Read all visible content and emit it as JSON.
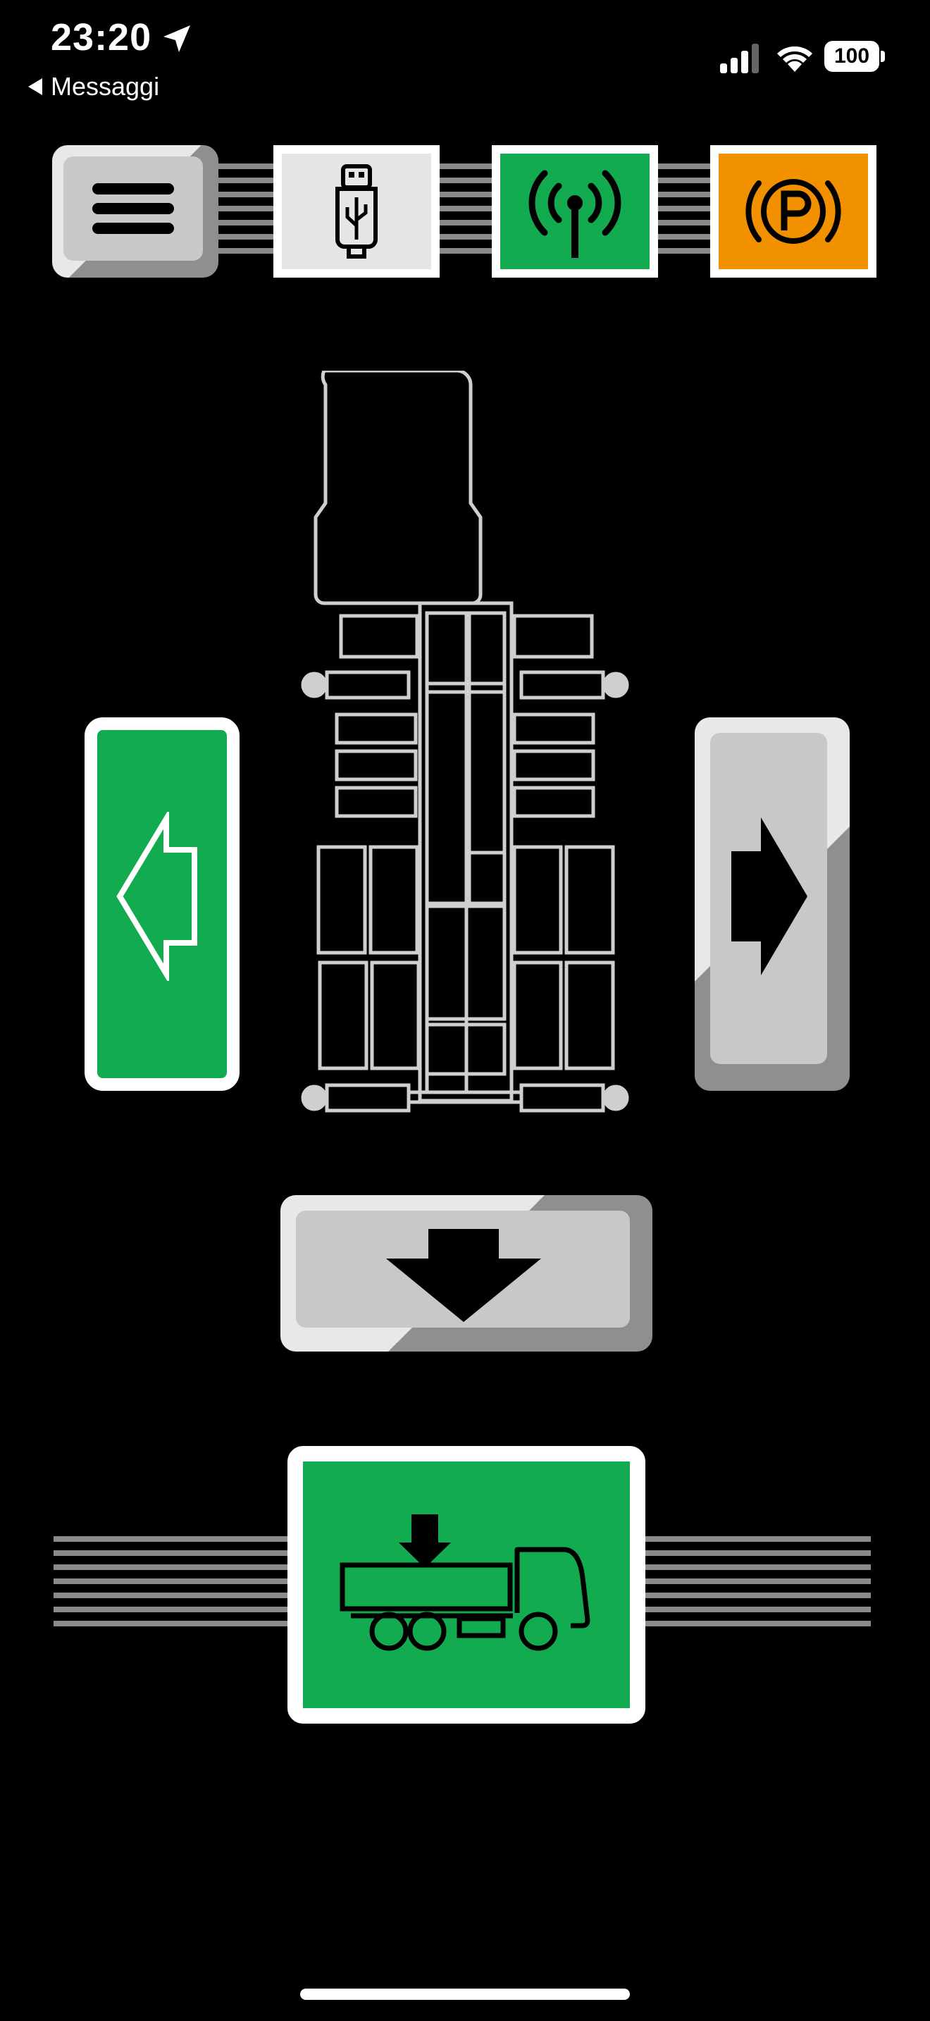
{
  "status_bar": {
    "time": "23:20",
    "back_label": "Messaggi",
    "battery": "100",
    "icons": [
      "location-arrow-icon",
      "cellular-signal-icon",
      "wifi-icon",
      "battery-icon"
    ]
  },
  "toolbar": {
    "buttons": [
      {
        "name": "menu-button",
        "icon": "hamburger-icon",
        "state": "default"
      },
      {
        "name": "usb-button",
        "icon": "usb-icon",
        "state": "default"
      },
      {
        "name": "signal-button",
        "icon": "antenna-icon",
        "state": "active"
      },
      {
        "name": "parking-brake-button",
        "icon": "parking-brake-icon",
        "state": "warning"
      }
    ]
  },
  "controls": {
    "left_button": {
      "icon": "arrow-left-icon",
      "state": "active"
    },
    "right_button": {
      "icon": "arrow-right-icon",
      "state": "default"
    },
    "down_button": {
      "icon": "arrow-down-icon",
      "state": "default"
    },
    "unload_button": {
      "icon": "tipper-truck-unload-icon",
      "state": "active"
    }
  },
  "colors": {
    "green": "#13AB50",
    "orange": "#F19100",
    "key_gray": "#C8C8C8",
    "background": "#000000",
    "wire_gray": "#8A8A8A"
  }
}
